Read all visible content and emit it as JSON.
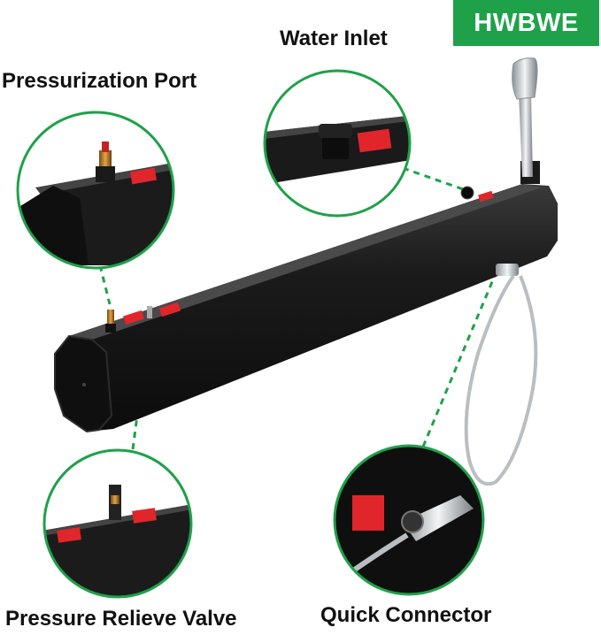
{
  "brand": {
    "text": "HWBWE",
    "color": "#1fa14a"
  },
  "callouts": {
    "water_inlet": "Water Inlet",
    "pressurization_port": "Pressurization Port",
    "pressure_relieve_valve": "Pressure Relieve Valve",
    "quick_connector": "Quick Connector"
  },
  "colors": {
    "accent": "#1fa14a",
    "tank": "#161616",
    "label_red": "#e0262b",
    "chrome": "#c9cdd1"
  },
  "icons": {
    "tank": "black-solar-shower-tank",
    "shower_head": "handheld-shower-head",
    "hose": "stainless-hose",
    "cap": "water-inlet-cap",
    "port": "pressurization-valve",
    "relief": "pressure-relief-valve",
    "connector": "quick-connector-fitting"
  }
}
